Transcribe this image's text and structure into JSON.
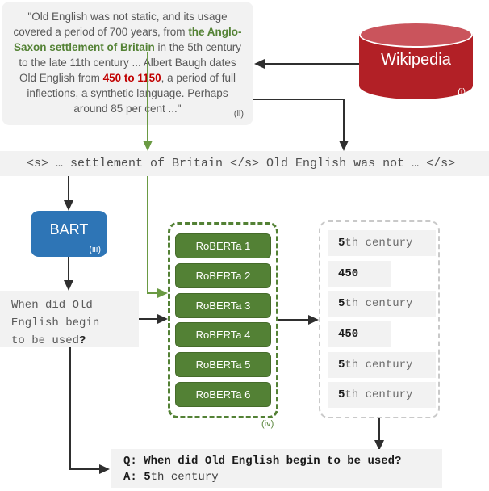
{
  "passage": {
    "segments": [
      {
        "text": "\"Old English was not static, and its usage covered a period of 700 years, from ",
        "style": "normal"
      },
      {
        "text": "the Anglo-Saxon settlement of Britain",
        "style": "green-bold"
      },
      {
        "text": " in the 5th century to the late 11th century ... Albert Baugh dates Old English from ",
        "style": "normal"
      },
      {
        "text": "450 to 1150",
        "style": "red-bold"
      },
      {
        "text": ", a period of full inflections, a synthetic language. Perhaps around 85 per cent ...\"",
        "style": "normal"
      }
    ],
    "label": "(ii)"
  },
  "wikipedia": {
    "title": "Wikipedia",
    "label": "(i)"
  },
  "sequence": {
    "text": "<s> … settlement of Britain </s> Old English was not … </s>"
  },
  "bart": {
    "title": "BART",
    "label": "(iii)"
  },
  "question": {
    "line1": "When did Old",
    "line2": "English begin",
    "line3": "to be used",
    "qmark": "?"
  },
  "roberta": {
    "models": [
      "RoBERTa 1",
      "RoBERTa 2",
      "RoBERTa 3",
      "RoBERTa 4",
      "RoBERTa 5",
      "RoBERTa 6"
    ],
    "label": "(iv)"
  },
  "answers": {
    "items": [
      {
        "bold": "5",
        "rest": "th century"
      },
      {
        "bold": "450",
        "rest": ""
      },
      {
        "bold": "5",
        "rest": "th century"
      },
      {
        "bold": "450",
        "rest": ""
      },
      {
        "bold": "5",
        "rest": "th century"
      },
      {
        "bold": "5",
        "rest": "th century"
      }
    ]
  },
  "qa": {
    "q_line": "Q: When did Old English begin to be used?",
    "a_bold": "A: 5",
    "a_rest": "th century"
  },
  "colors": {
    "wikipedia_red": "#b22026",
    "wikipedia_top": "#ca545c",
    "bart_blue": "#2e75b6",
    "roberta_green": "#538135",
    "green_arrow": "#6a9a43",
    "quote_green": "#548235",
    "quote_red": "#c00000",
    "box_gray": "#f2f2f2",
    "dashed_gray": "#c9c9c9",
    "text_gray": "#595959",
    "arrow_black": "#2f2f2f"
  }
}
